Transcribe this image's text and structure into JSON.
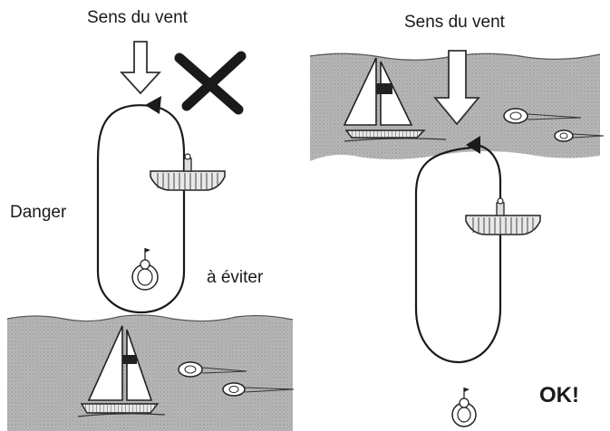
{
  "labels": {
    "wind_direction_left": "Sens du vent",
    "wind_direction_right": "Sens du vent",
    "danger": "Danger",
    "avoid": "à éviter",
    "ok": "OK!"
  },
  "colors": {
    "water": "#a3a3a3",
    "ink": "#1a1a1a",
    "paper": "#ffffff"
  },
  "icons": {
    "wrong_mark": "x-mark-icon",
    "wind_arrow": "down-arrow-icon",
    "sailboat": "sailboat-icon",
    "swimmer": "swimmer-icon",
    "person_in_water": "person-in-water-icon",
    "rescue_boat": "rescue-boat-icon"
  }
}
